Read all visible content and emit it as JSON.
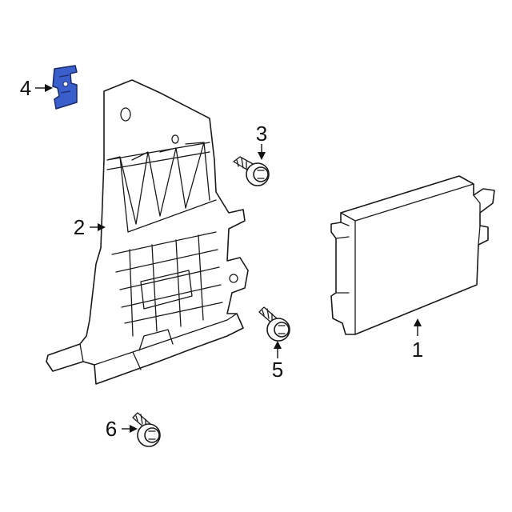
{
  "callouts": [
    {
      "id": "1",
      "label": "1"
    },
    {
      "id": "2",
      "label": "2"
    },
    {
      "id": "3",
      "label": "3"
    },
    {
      "id": "4",
      "label": "4"
    },
    {
      "id": "5",
      "label": "5"
    },
    {
      "id": "6",
      "label": "6"
    }
  ],
  "colors": {
    "line": "#1a1a1a",
    "highlight_part": "#3a5fcd",
    "background": "#ffffff"
  }
}
